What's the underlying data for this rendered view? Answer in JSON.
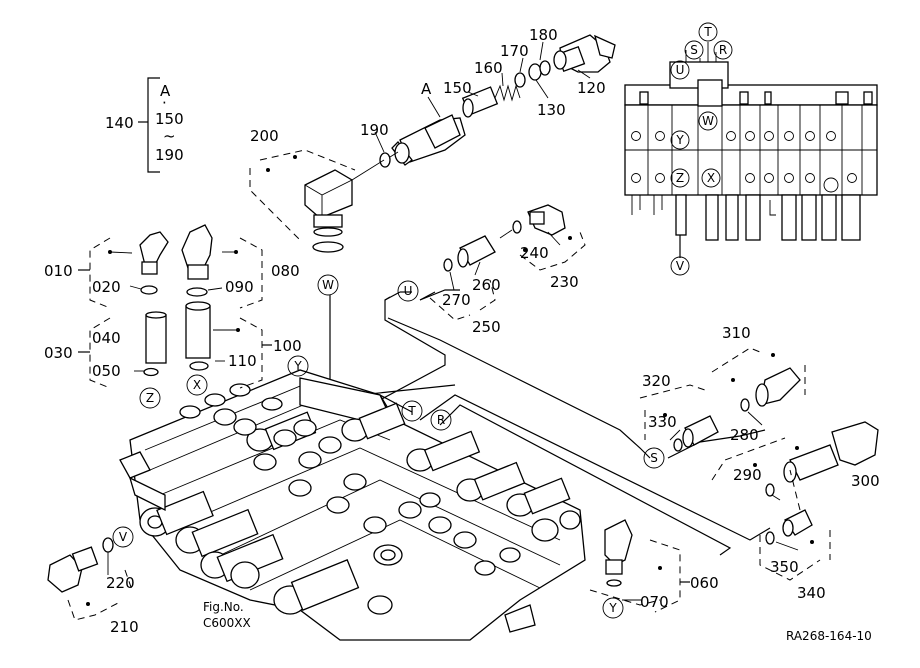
{
  "labels": {
    "l010": "010",
    "l020": "020",
    "l030": "030",
    "l040": "040",
    "l050": "050",
    "l060": "060",
    "l070": "070",
    "l080": "080",
    "l090": "090",
    "l100": "100",
    "l110": "110",
    "l120": "120",
    "l130": "130",
    "l140": "140",
    "l150": "150",
    "l160": "160",
    "l170": "170",
    "l180": "180",
    "l190": "190",
    "l200": "200",
    "l210": "210",
    "l220": "220",
    "l230": "230",
    "l240": "240",
    "l250": "250",
    "l260": "260",
    "l270": "270",
    "l280": "280",
    "l290": "290",
    "l300": "300",
    "l310": "310",
    "l320": "320",
    "l330": "330",
    "l340": "340",
    "l350": "350"
  },
  "bracket140": {
    "top": "A",
    "dot": "·",
    "mid": "150",
    "tilde": "~",
    "bottom": "190"
  },
  "ports": {
    "A": "A",
    "W": "W",
    "U": "U",
    "S": "S",
    "T": "T",
    "R": "R",
    "V": "V",
    "X": "X",
    "Y": "Y",
    "Z": "Z"
  },
  "fig": {
    "line1": "Fig.No.",
    "line2": "C600XX"
  },
  "reference": "RA268-164-10"
}
